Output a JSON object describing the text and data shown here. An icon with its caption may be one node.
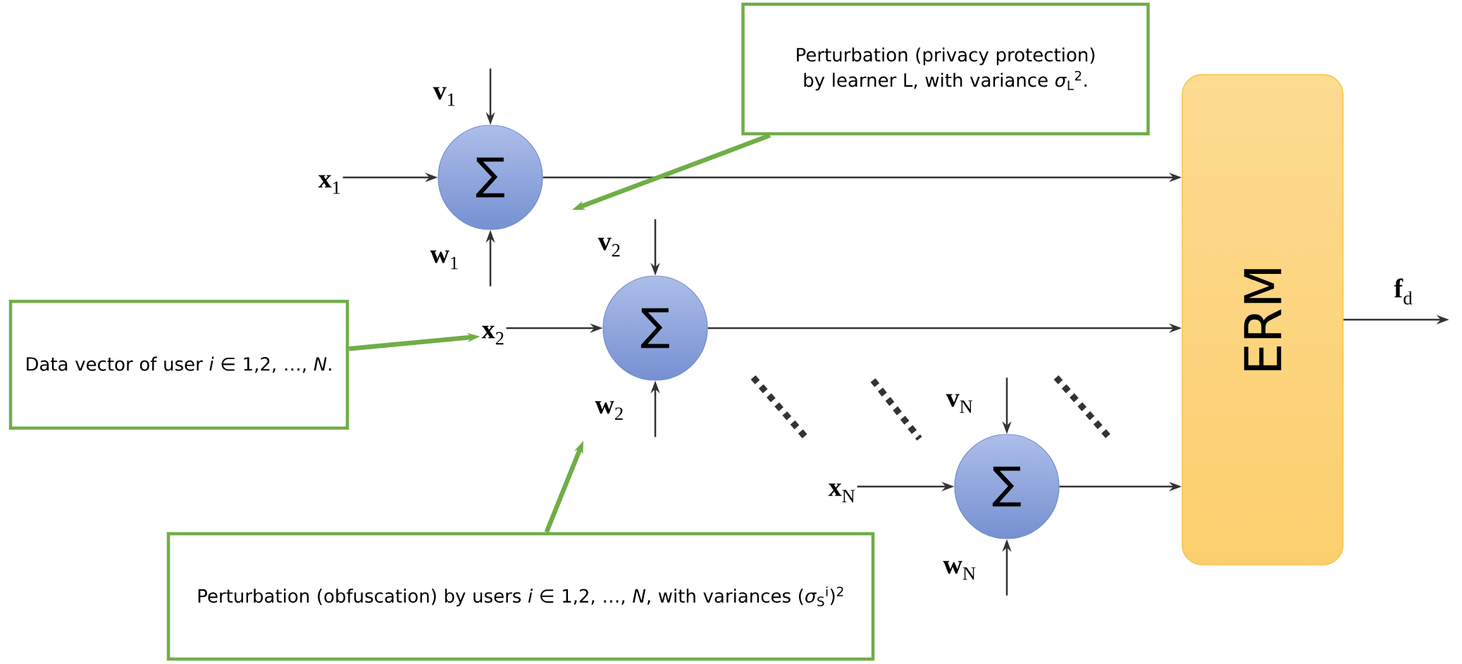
{
  "diagram": {
    "nodes": [
      {
        "text": [
          "**x**$_{1}$"
        ]
      },
      {
        "text": [
          "∑"
        ]
      },
      {
        "text": [
          "Perturbation (privacy protection) by learner L, with variance *σ*$_{L}$$^{2}$."
        ]
      },
      {
        "text": [
          "Data vector of user *i* ∈ 1,2, …, *N*."
        ]
      },
      {
        "text": [
          "**x**$_{2}$"
        ]
      },
      {
        "text": [
          "∑"
        ]
      },
      {
        "text": [
          "**x**$_{N}$"
        ]
      },
      {
        "text": [
          "∑"
        ]
      },
      {
        "text": [
          "ERM"
        ]
      },
      {
        "text": [
          "Perturbation (obfuscation) by users *i* ∈ 1,2, …, *N*, with variances (*σ*$_{S}$$^{i}$)$^{2}$"
        ]
      }
    ],
    "edges": [
      {
        "from": 0,
        "to": 1,
        "arrow": "to"
      },
      {
        "from": null,
        "to": 1,
        "arrow": "to"
      },
      {
        "from": null,
        "to": 1,
        "arrow": "to"
      },
      {
        "from": 1,
        "to": 8,
        "arrow": "to"
      },
      {
        "from": 2,
        "to": null,
        "arrow": "to",
        "style": "thick",
        "color": "#70ad47"
      },
      {
        "from": 3,
        "to": 4,
        "arrow": "to",
        "style": "thick",
        "color": "#70ad47"
      },
      {
        "from": 4,
        "to": 5,
        "arrow": "to"
      },
      {
        "from": null,
        "to": 5,
        "arrow": "to"
      },
      {
        "from": null,
        "to": 5,
        "arrow": "to"
      },
      {
        "from": 5,
        "to": 8,
        "arrow": "to"
      },
      {
        "from": 9,
        "to": null,
        "arrow": "to",
        "style": "thick",
        "color": "#70ad47"
      },
      {
        "from": 6,
        "to": 7,
        "arrow": "to"
      },
      {
        "from": null,
        "to": 7,
        "arrow": "to"
      },
      {
        "from": null,
        "to": 7,
        "arrow": "to"
      },
      {
        "from": 7,
        "to": 8,
        "arrow": "to"
      },
      {
        "from": 8,
        "to": null,
        "arrow": "to",
        "label": "**f**$_{d}$"
      }
    ],
    "labels": [
      "**v**$_{1}$",
      "**w**$_{1}$",
      "**v**$_{2}$",
      "**w**$_{2}$",
      "**v**$_{N}$",
      "**w**$_{N}$"
    ]
  }
}
